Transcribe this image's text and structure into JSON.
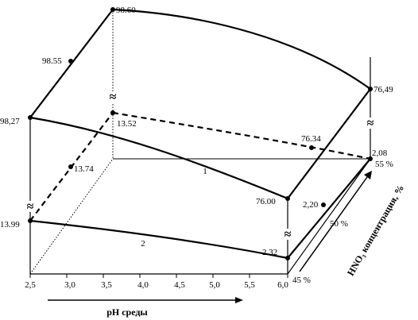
{
  "diagram": {
    "x_axis": {
      "title": "pH среды",
      "ticks": [
        "2,5",
        "3,0",
        "3,5",
        "4,0",
        "4,5",
        "5,0",
        "5,5",
        "6,0"
      ]
    },
    "depth_axis": {
      "title": "HNO₃ концентрация, %",
      "ticks": [
        "45 %",
        "50 %",
        "55 %"
      ]
    },
    "curves": [
      {
        "label": "1"
      },
      {
        "label": "2"
      }
    ],
    "values": {
      "top_left": "98,27",
      "top_mid_left": "98.55",
      "top_back": "98.60",
      "top_right": "76,49",
      "mid_back": "13.52",
      "mid_front_left": "13.74",
      "mid_right_back": "76.34",
      "front_right_upper": "76.00",
      "front_left_lower": "13.99",
      "front_right_lower": "2.32",
      "right_side": "2,20",
      "back_right": "2,08"
    },
    "break_symbol": "≈"
  }
}
